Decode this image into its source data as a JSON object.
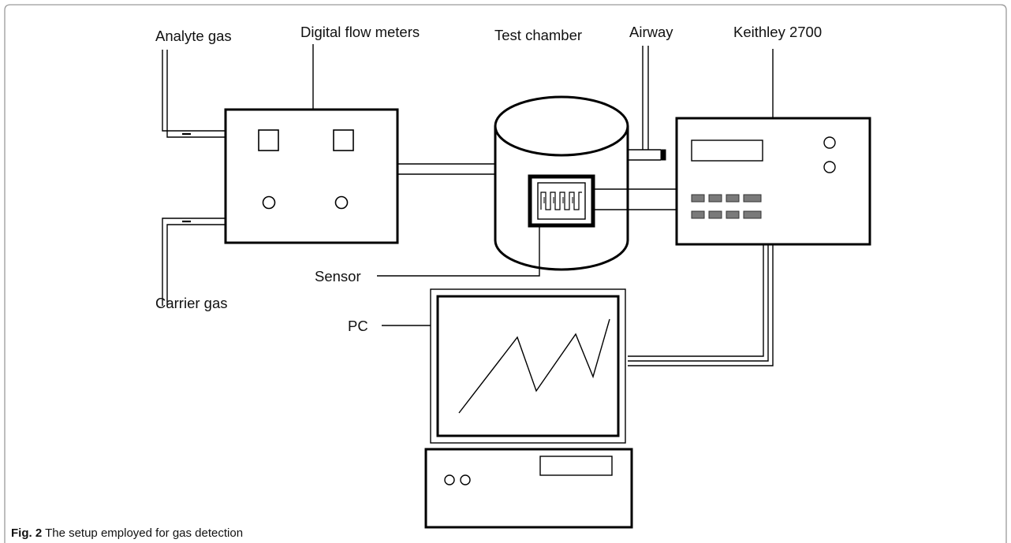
{
  "labels": {
    "analyte_gas": "Analyte gas",
    "flow_meters": "Digital flow meters",
    "test_chamber": "Test chamber",
    "airway": "Airway",
    "keithley": "Keithley 2700",
    "sensor": "Sensor",
    "carrier_gas": "Carrier gas",
    "pc": "PC"
  },
  "caption": {
    "prefix": "Fig. 2",
    "text": " The setup employed for gas detection"
  }
}
